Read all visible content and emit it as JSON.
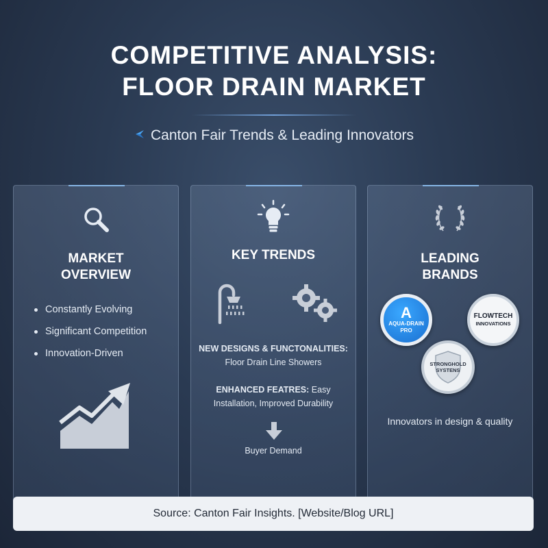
{
  "header": {
    "title_line1": "COMPETITIVE ANALYSIS:",
    "title_line2": "FLOOR DRAIN MARKET",
    "subtitle": "Canton Fair Trends & Leading Innovators"
  },
  "cards": {
    "market": {
      "icon": "magnifier-icon",
      "title_line1": "MARKET",
      "title_line2": "OVERVIEW",
      "bullets": [
        "Constantly Evolving",
        "Significant Competition",
        "Innovation-Driven"
      ],
      "graphic": "rising-chart-icon"
    },
    "trends": {
      "icon": "lightbulb-icon",
      "title": "KEY TRENDS",
      "block1_heading": "NEW DESIGNS & FUNCTONALITIES:",
      "block1_text": "Floor Drain Line Showers",
      "block2_heading": "ENHANCED FEATRES:",
      "block2_text_inline": "Easy",
      "block2_text": "Installation, Improved Durability",
      "footer": "Buyer Demand"
    },
    "brands": {
      "icon": "laurel-icon",
      "title_line1": "LEADING",
      "title_line2": "BRANDS",
      "aqua_letter": "A",
      "aqua_name1": "AQUA-DRAIN",
      "aqua_name2": "PRO",
      "flow_name1": "FLOWTECH",
      "flow_name2": "INNOVATIONS",
      "strong_name1": "STRONGHOLD",
      "strong_name2": "SYSTENS",
      "caption": "Innovators in design & quality"
    }
  },
  "footer": {
    "source": "Source: Canton Fair Insights. [Website/Blog URL]"
  },
  "colors": {
    "background": "#2a3a52",
    "accent_blue": "#1a6fd0",
    "source_bar": "#eef1f5"
  }
}
